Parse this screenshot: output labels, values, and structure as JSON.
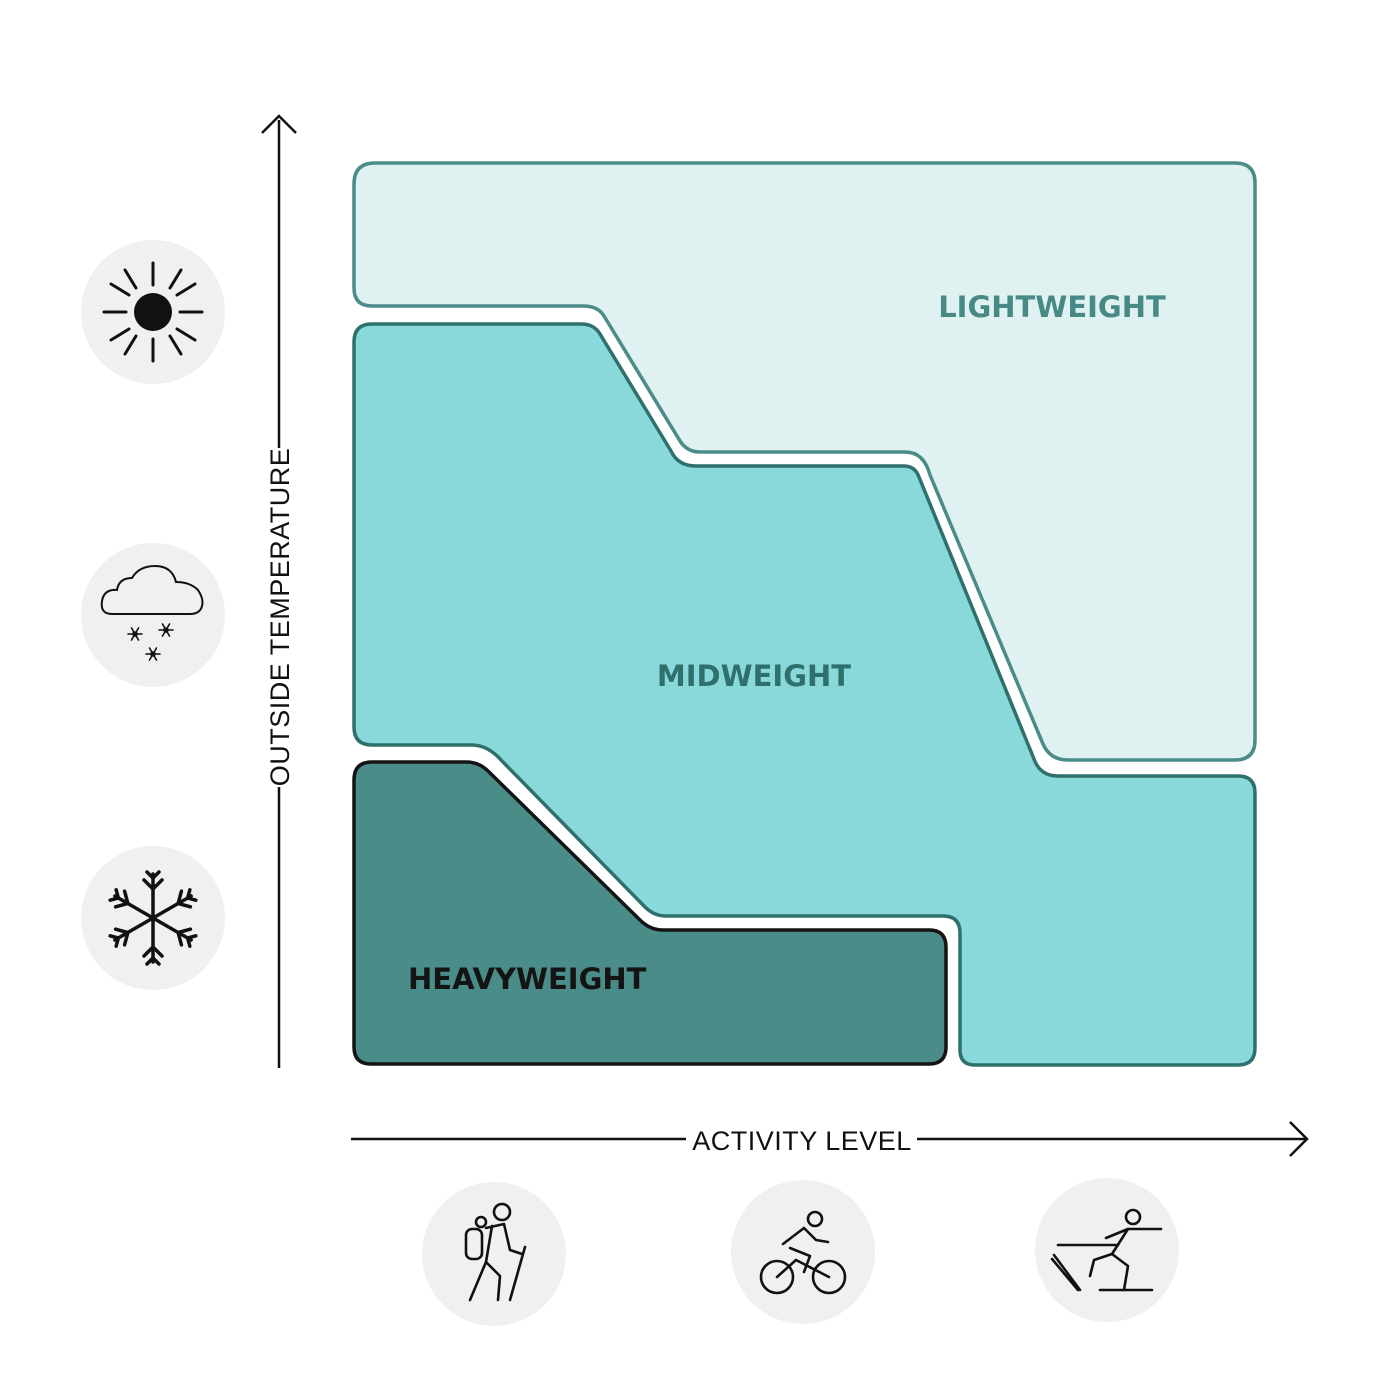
{
  "axes": {
    "y_label": "OUTSIDE TEMPERATURE",
    "x_label": "ACTIVITY LEVEL"
  },
  "zones": [
    {
      "id": "lightweight",
      "label": "LIGHTWEIGHT",
      "fill": "#dff1f1",
      "stroke": "#4a8c87",
      "text_color": "#478a85"
    },
    {
      "id": "midweight",
      "label": "MIDWEIGHT",
      "fill": "#8ad9da",
      "stroke": "#2f706c",
      "text_color": "#2f706c"
    },
    {
      "id": "heavyweight",
      "label": "HEAVYWEIGHT",
      "fill": "#4a8c88",
      "stroke": "#141414",
      "text_color": "#141414"
    }
  ],
  "temperature_icons": [
    "sun-icon",
    "snow-cloud-icon",
    "snowflake-icon"
  ],
  "activity_icons": [
    "hiker-icon",
    "cyclist-icon",
    "cross-country-skier-icon"
  ],
  "colors": {
    "icon_circle": "#f1efef",
    "icon_stroke": "#111111",
    "axis": "#111111"
  }
}
